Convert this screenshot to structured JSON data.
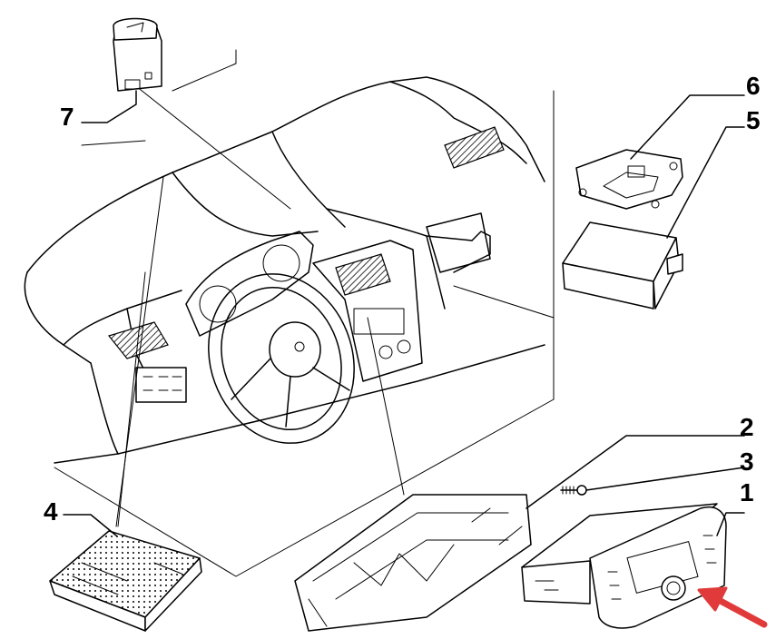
{
  "callouts": [
    {
      "id": "1",
      "label": "1"
    },
    {
      "id": "2",
      "label": "2"
    },
    {
      "id": "3",
      "label": "3"
    },
    {
      "id": "4",
      "label": "4"
    },
    {
      "id": "5",
      "label": "5"
    },
    {
      "id": "6",
      "label": "6"
    },
    {
      "id": "7",
      "label": "7"
    }
  ],
  "colors": {
    "line": "#000000",
    "background": "#ffffff",
    "highlight_arrow": "#e03a3a"
  }
}
